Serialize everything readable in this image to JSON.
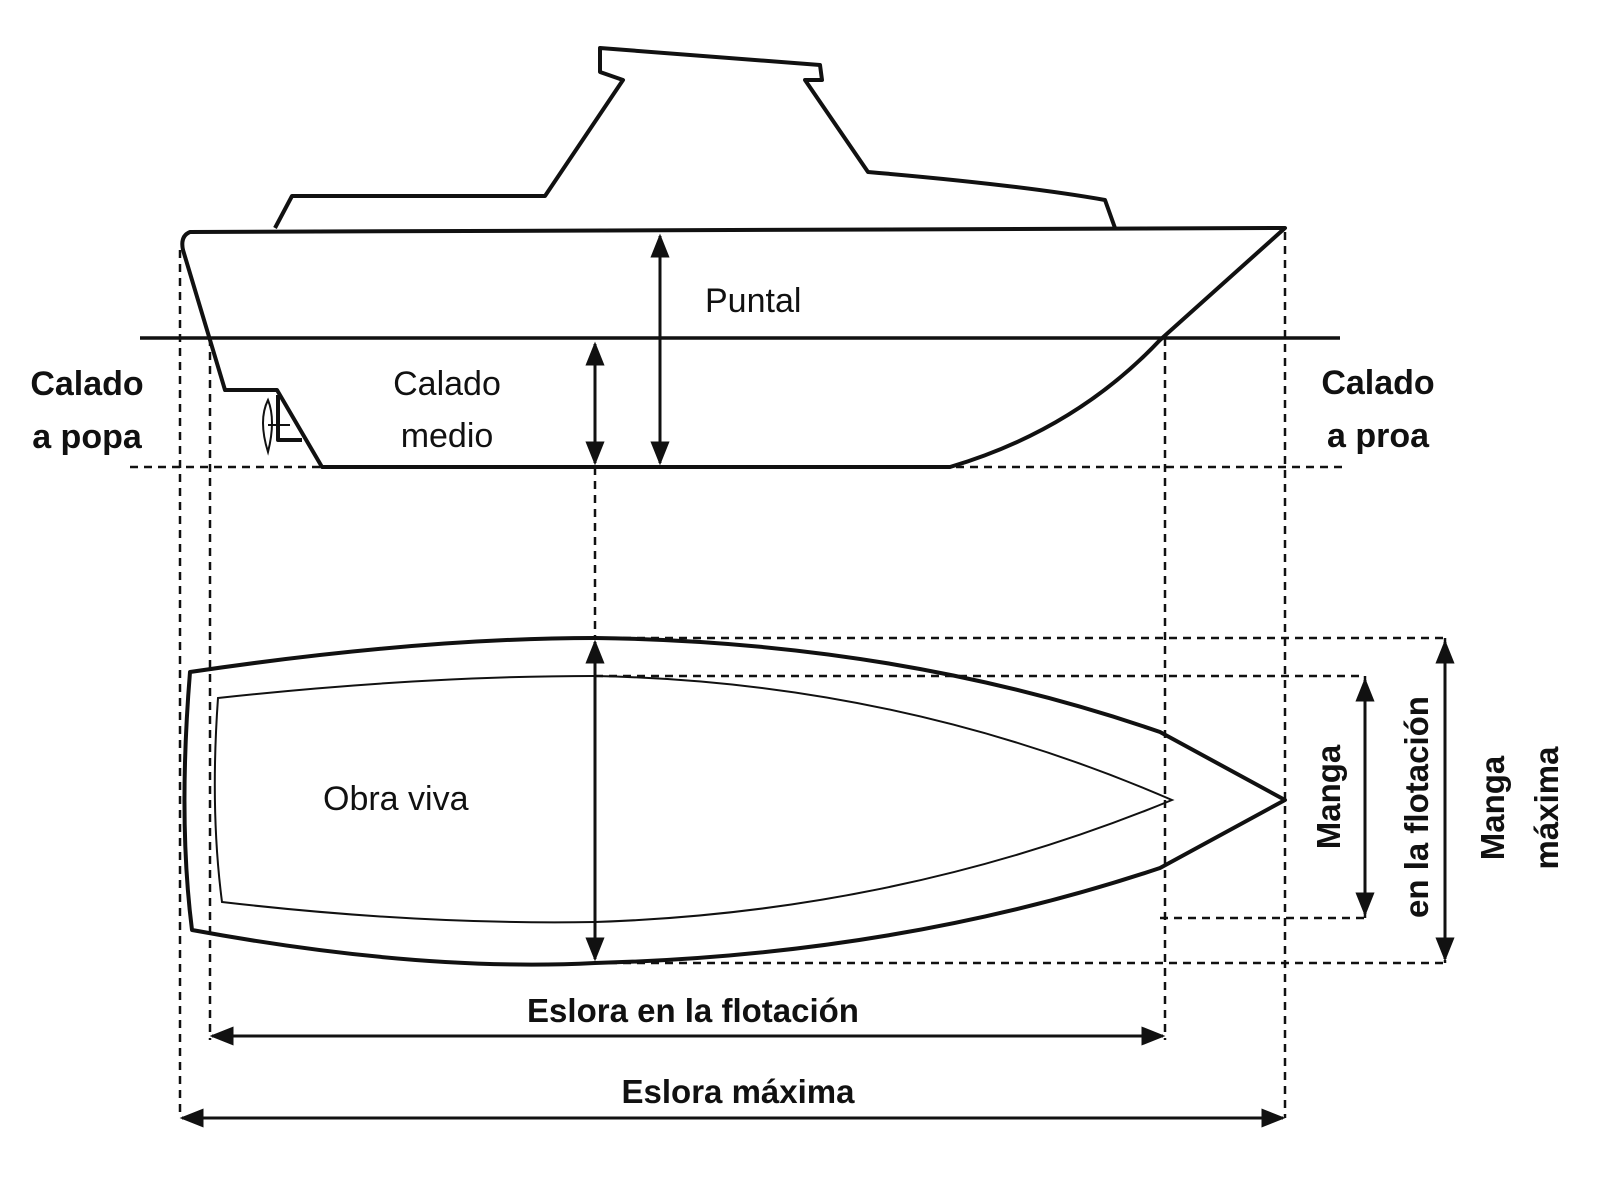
{
  "labels": {
    "puntal": "Puntal",
    "calado_medio_1": "Calado",
    "calado_medio_2": "medio",
    "calado_popa_1": "Calado",
    "calado_popa_2": "a popa",
    "calado_proa_1": "Calado",
    "calado_proa_2": "a proa",
    "obra_viva": "Obra viva",
    "eslora_flotacion": "Eslora en la flotación",
    "eslora_maxima": "Eslora máxima",
    "manga_flotacion_1": "Manga",
    "manga_flotacion_2": "en la flotación",
    "manga_maxima_1": "Manga",
    "manga_maxima_2": "máxima"
  },
  "colors": {
    "line": "#111111",
    "background": "#ffffff"
  }
}
